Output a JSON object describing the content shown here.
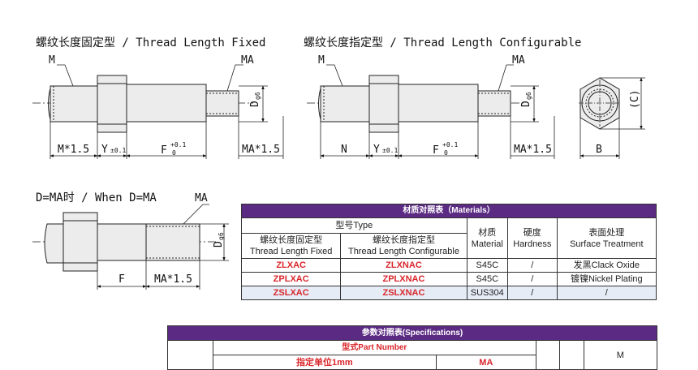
{
  "titles": {
    "fixed": "螺纹长度固定型 / Thread Length Fixed",
    "configurable": "螺纹长度指定型 / Thread Length Configurable",
    "equal": "D=MA时 / When D=MA"
  },
  "dims": {
    "m": "M",
    "ma": "MA",
    "d": "D",
    "g6": "g6",
    "m_len": "M*1.5",
    "ma_len": "MA*1.5",
    "y": "Y",
    "y_tol": "±0.1",
    "f": "F",
    "f_tol_up": "+0.1",
    "f_tol_low": "0",
    "n": "N",
    "b": "B",
    "c": "(C)"
  },
  "materials": {
    "title": "材质对照表（Materials）",
    "type_header": "型号Type",
    "col_fixed": [
      "螺纹长度固定型",
      "Thread Length Fixed"
    ],
    "col_config": [
      "螺纹长度指定型",
      "Thread Length Configurable"
    ],
    "col_material": [
      "材质",
      "Material"
    ],
    "col_hardness": [
      "硬度",
      "Hardness"
    ],
    "col_surface": [
      "表面处理",
      "Surface Treatment"
    ],
    "rows": [
      {
        "fixed": "ZLXAC",
        "config": "ZLXNAC",
        "material": "S45C",
        "hardness": "/",
        "surface": "发黑Clack Oxide"
      },
      {
        "fixed": "ZPLXAC",
        "config": "ZPLXNAC",
        "material": "S45C",
        "hardness": "/",
        "surface": "镀镍Nickel Plating"
      },
      {
        "fixed": "ZSLXAC",
        "config": "ZSLXNAC",
        "material": "SUS304",
        "hardness": "/",
        "surface": "/"
      }
    ]
  },
  "specs": {
    "title": "参数对照表(Specifications)",
    "part_number": "型式Part Number",
    "unit": "指定单位1mm",
    "ma": "MA",
    "m": "M"
  }
}
